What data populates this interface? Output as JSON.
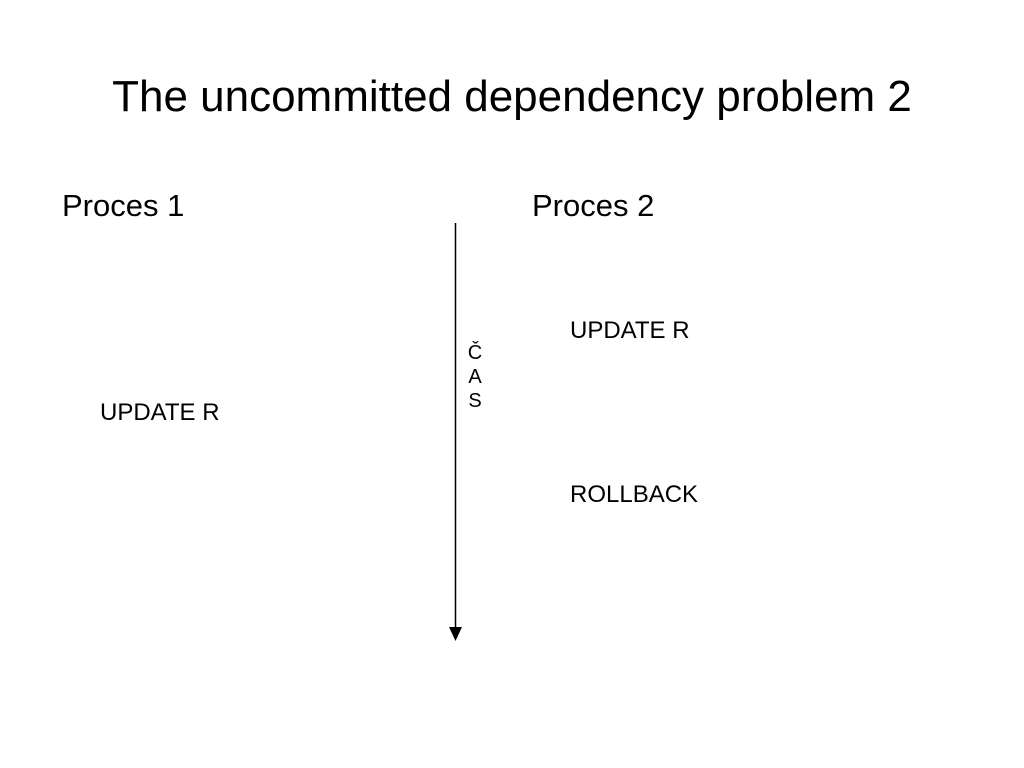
{
  "slide": {
    "title": "The uncommitted dependency problem 2"
  },
  "process1": {
    "header": "Proces 1",
    "operations": [
      "UPDATE R"
    ]
  },
  "process2": {
    "header": "Proces 2",
    "operations": [
      "UPDATE R",
      "ROLLBACK"
    ]
  },
  "timeline": {
    "label_letters": [
      "Č",
      "A",
      "S"
    ],
    "arrow_color": "#000000"
  }
}
